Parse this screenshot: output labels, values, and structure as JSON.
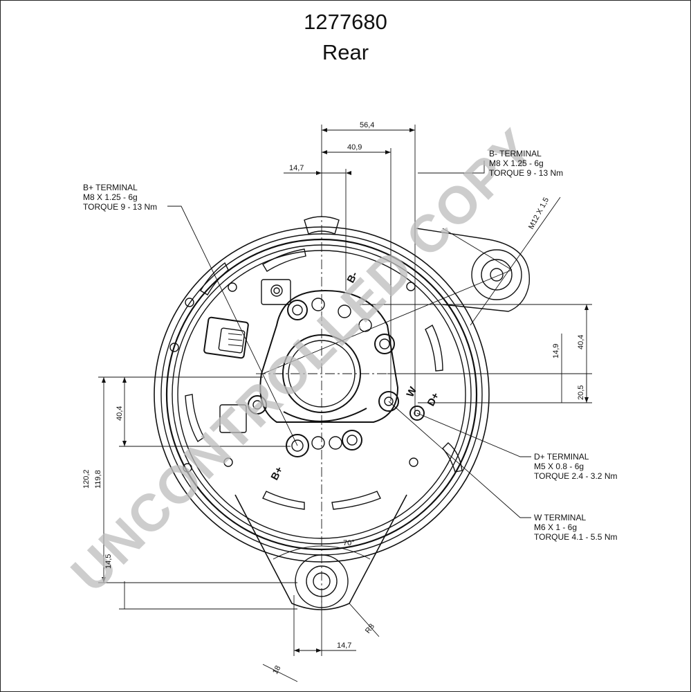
{
  "header": {
    "part_number": "1277680",
    "view": "Rear"
  },
  "watermark": "UNCONTROLLED COPY",
  "callouts": {
    "b_minus": [
      "B- TERMINAL",
      "M8 X 1.25 - 6g",
      "TORQUE 9 - 13 Nm"
    ],
    "b_plus": [
      "B+ TERMINAL",
      "M8 X 1.25 - 6g",
      "TORQUE 9 - 13 Nm"
    ],
    "d_plus": [
      "D+ TERMINAL",
      "M5 X 0.8 - 6g",
      "TORQUE 2.4 - 3.2 Nm"
    ],
    "w": [
      "W TERMINAL",
      "M6 X 1 - 6g",
      "TORQUE 4.1 - 5.5 Nm"
    ]
  },
  "dimensions": {
    "top_56": "56,4",
    "top_40": "40,9",
    "top_14": "14,7",
    "thread": "M12 X 1,5",
    "right_40": "40,4",
    "right_14": "14,9",
    "right_20": "20,5",
    "left_40": "40,4",
    "left_120": "120,2",
    "left_119": "119,8",
    "left_small": "14,5",
    "angle": "70°",
    "radius": "R8",
    "bottom_14": "14,7",
    "bottom_18": "18"
  },
  "terminal_marks": {
    "b_plus": "B+",
    "w": "W",
    "d_plus": "D+",
    "b_minus": "B-"
  },
  "colors": {
    "line": "#111111",
    "watermark": "#bdbdbd",
    "background": "#ffffff"
  }
}
